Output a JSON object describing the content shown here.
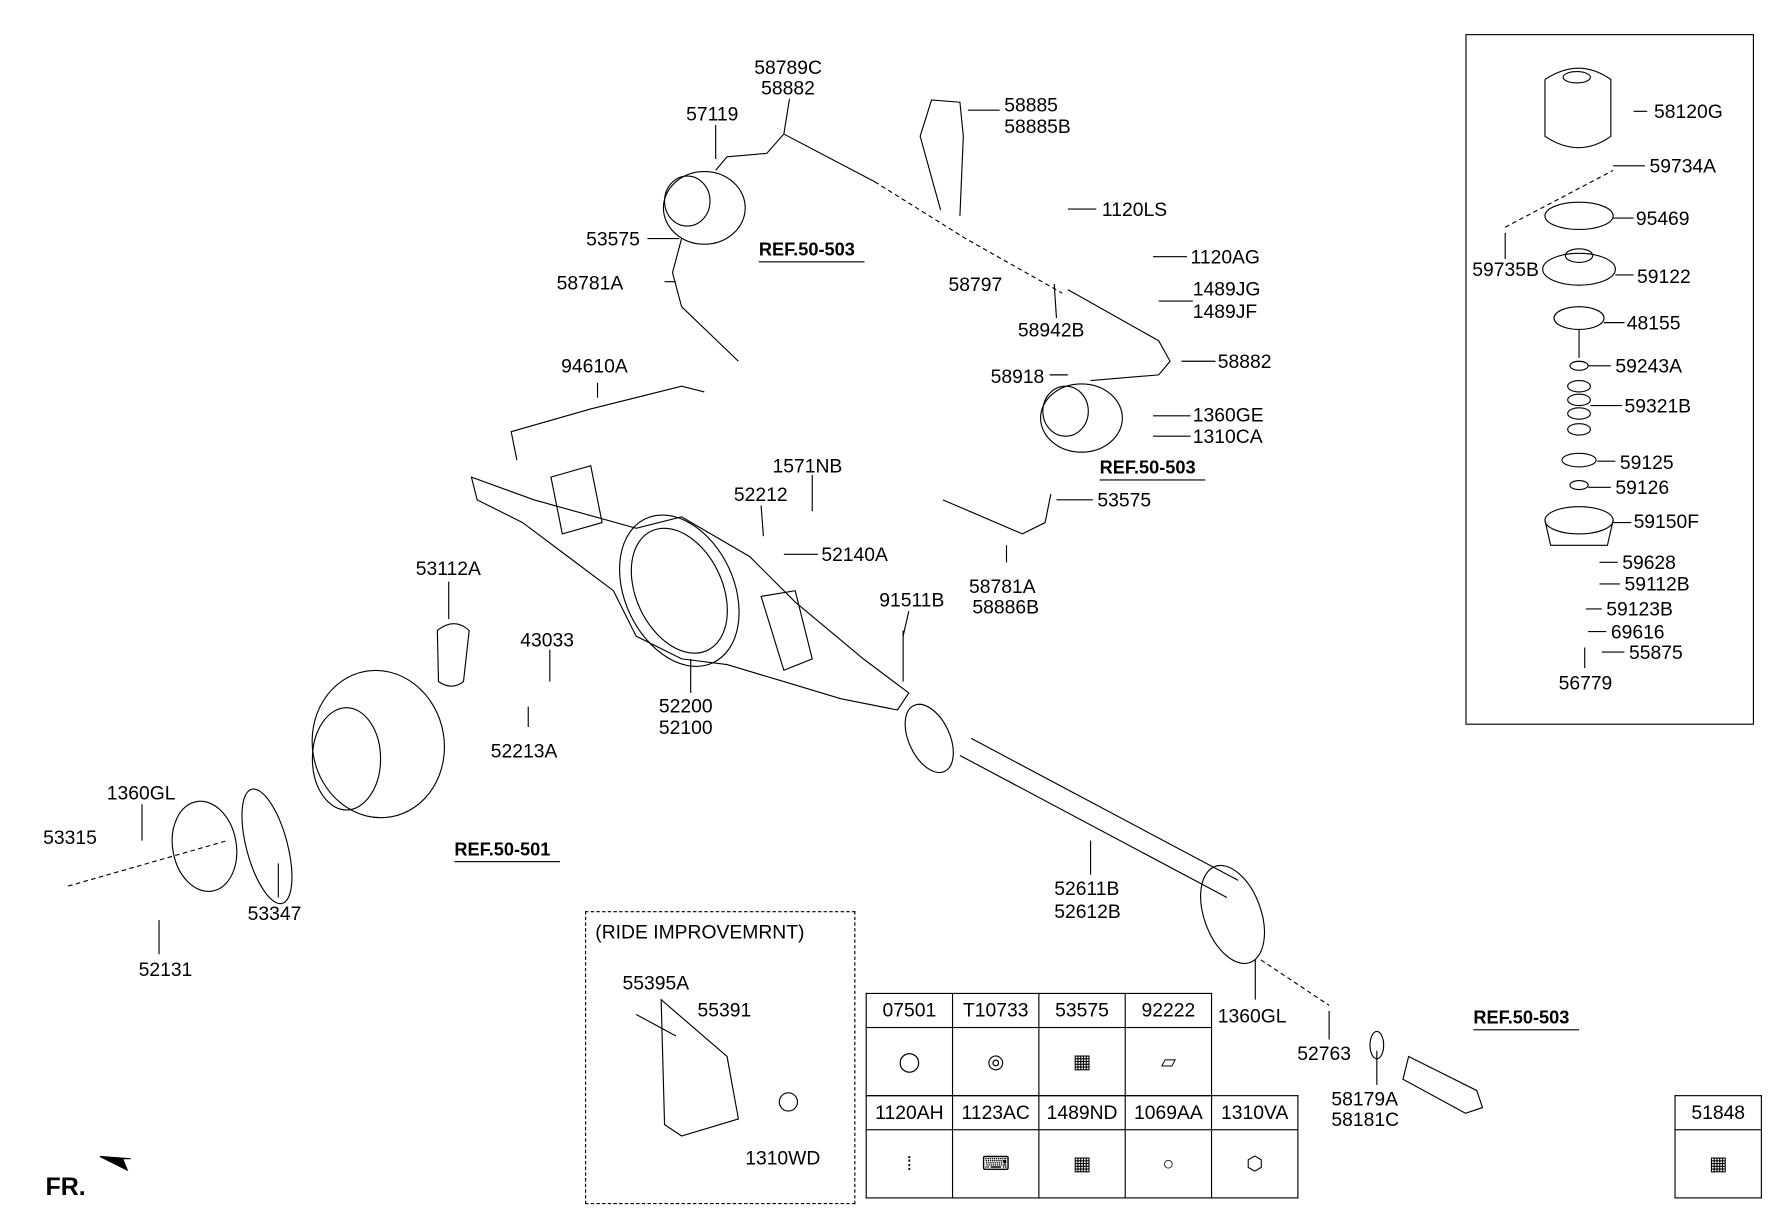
{
  "labels": {
    "l58789C": "58789C",
    "l58882a": "58882",
    "l57119": "57119",
    "l58885": "58885",
    "l58885B": "58885B",
    "l1120LS": "1120LS",
    "l53575a": "53575",
    "l58781Aa": "58781A",
    "l58797": "58797",
    "l1120AG": "1120AG",
    "l1489JG": "1489JG",
    "l1489JF": "1489JF",
    "l58942B": "58942B",
    "l94610A": "94610A",
    "l58882b": "58882",
    "l58918": "58918",
    "l1360GE": "1360GE",
    "l1310CA": "1310CA",
    "l1571NB": "1571NB",
    "l52212": "52212",
    "l53575b": "53575",
    "l52140A": "52140A",
    "l53112A": "53112A",
    "l58781Ab": "58781A",
    "l58886B": "58886B",
    "l91511B": "91511B",
    "l43033": "43033",
    "l52200": "52200",
    "l52100": "52100",
    "l52213A": "52213A",
    "l1360GLa": "1360GL",
    "l53315": "53315",
    "l52611B": "52611B",
    "l52612B": "52612B",
    "l53347": "53347",
    "l52131": "52131",
    "l55395A": "55395A",
    "l55391": "55391",
    "l1360GLb": "1360GL",
    "l52763": "52763",
    "l58179A": "58179A",
    "l58181C": "58181C",
    "l1310WD": "1310WD"
  },
  "refs": [
    "REF.50-503",
    "REF.50-503",
    "REF.50-501",
    "REF.50-503"
  ],
  "ride_box_title": "(RIDE IMPROVEMRNT)",
  "front_marker": "FR.",
  "inset_labels": [
    "58120G",
    "59734A",
    "95469",
    "59735B",
    "59122",
    "48155",
    "59243A",
    "59321B",
    "59125",
    "59126",
    "59150F",
    "59628",
    "59112B",
    "59123B",
    "69616",
    "55875",
    "56779"
  ],
  "parts_table": {
    "row1": [
      "07501",
      "T10733",
      "53575",
      "92222"
    ],
    "row2": [
      "1120AH",
      "1123AC",
      "1489ND",
      "1069AA",
      "1310VA"
    ]
  },
  "single_part": "51848"
}
